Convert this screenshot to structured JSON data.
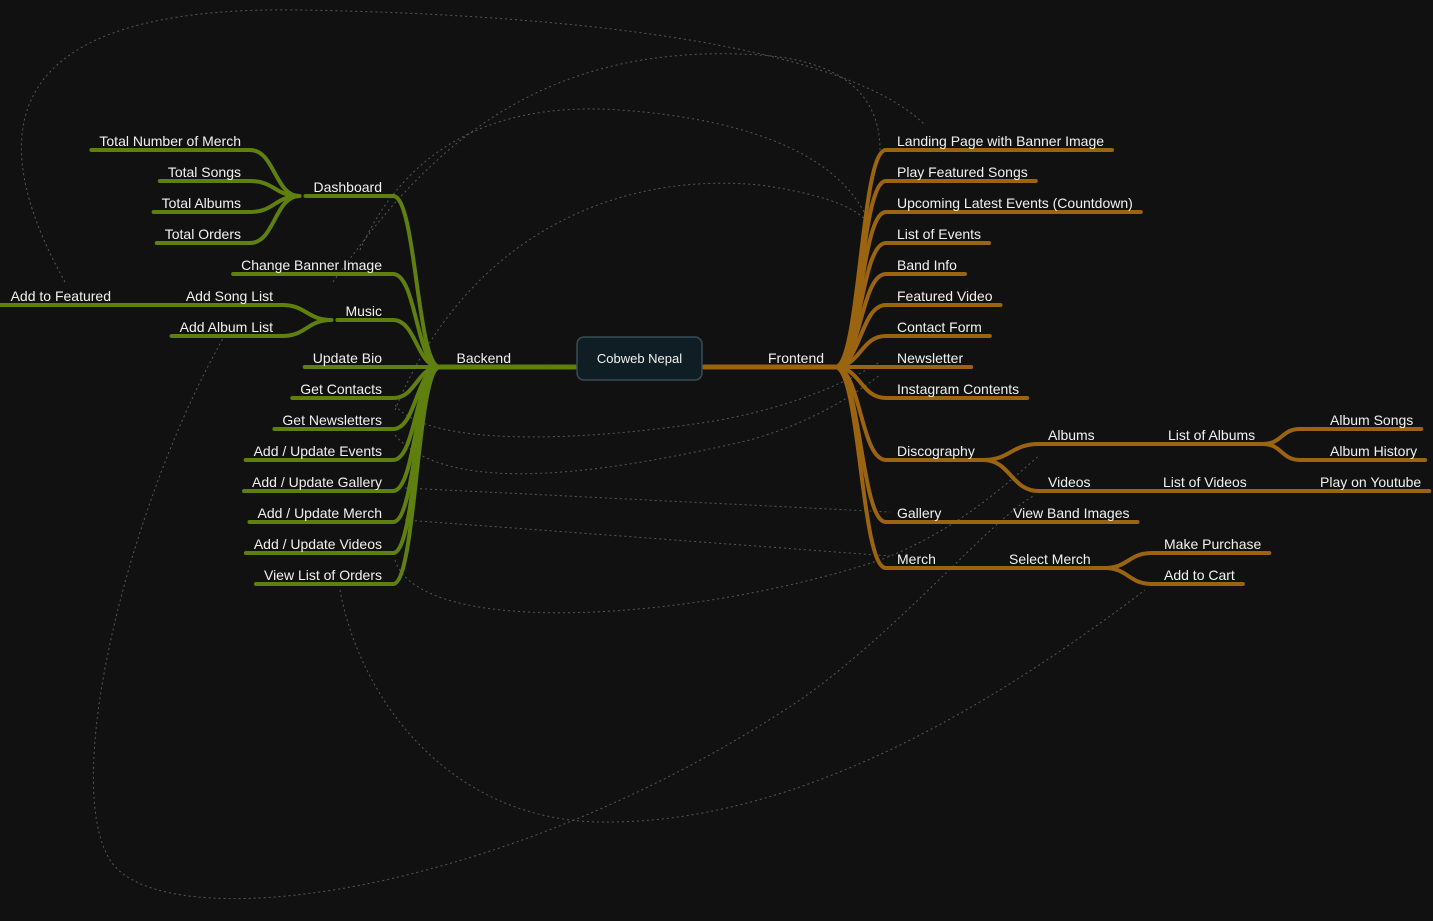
{
  "root": "Cobweb Nepal",
  "colors": {
    "background": "#111111",
    "backend": "#5f7f0f",
    "frontend": "#9a6410"
  },
  "backend": {
    "label": "Backend",
    "children": [
      {
        "label": "Dashboard",
        "children": [
          "Total Number of Merch",
          "Total Songs",
          "Total Albums",
          "Total Orders"
        ]
      },
      {
        "label": "Change Banner Image"
      },
      {
        "label": "Music",
        "children": [
          {
            "label": "Add Song List",
            "children": [
              "Add to Featured"
            ]
          },
          "Add Album List"
        ]
      },
      {
        "label": "Update Bio"
      },
      {
        "label": "Get Contacts"
      },
      {
        "label": "Get Newsletters"
      },
      {
        "label": "Add / Update Events"
      },
      {
        "label": "Add / Update Gallery"
      },
      {
        "label": "Add / Update Merch"
      },
      {
        "label": "Add / Update Videos"
      },
      {
        "label": "View List of Orders"
      }
    ]
  },
  "frontend": {
    "label": "Frontend",
    "children": [
      {
        "label": "Landing Page with Banner Image"
      },
      {
        "label": "Play Featured Songs"
      },
      {
        "label": "Upcoming Latest Events (Countdown)"
      },
      {
        "label": "List of Events"
      },
      {
        "label": "Band Info"
      },
      {
        "label": "Featured Video"
      },
      {
        "label": "Contact Form"
      },
      {
        "label": "Newsletter"
      },
      {
        "label": "Instagram Contents"
      },
      {
        "label": "Discography",
        "children": [
          {
            "label": "Albums",
            "children": [
              {
                "label": "List of Albums",
                "children": [
                  "Album Songs",
                  "Album History"
                ]
              }
            ]
          },
          {
            "label": "Videos",
            "children": [
              {
                "label": "List of Videos",
                "children": [
                  "Play on Youtube"
                ]
              }
            ]
          }
        ]
      },
      {
        "label": "Gallery",
        "children": [
          "View Band Images"
        ]
      },
      {
        "label": "Merch",
        "children": [
          {
            "label": "Select Merch",
            "children": [
              "Make Purchase",
              "Add to Cart"
            ]
          }
        ]
      }
    ]
  }
}
